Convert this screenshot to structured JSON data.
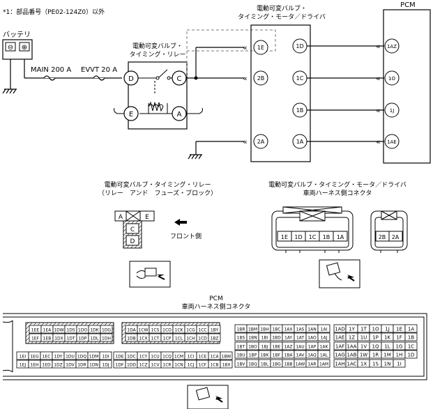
{
  "note": "*1：部品番号（PE02-124Z0）以外",
  "battery": {
    "label": "バッテリ",
    "minus": "⊖",
    "plus": "⊕"
  },
  "fuses": {
    "main": "MAIN 200 A",
    "evvt": "EVVT 20 A"
  },
  "relay": {
    "label_line1": "電動可変バルブ・",
    "label_line2": "タイミング・リレー",
    "terminals": [
      "D",
      "C",
      "E",
      "A"
    ]
  },
  "driver": {
    "label_line1": "電動可変バルブ・",
    "label_line2": "タイミング・モータ／ドライバ",
    "left_pins": [
      "1E",
      "2B",
      "2A"
    ],
    "right_pins": [
      "1D",
      "1C",
      "1B",
      "1A"
    ]
  },
  "pcm": {
    "label": "PCM",
    "pins": [
      "1AZ",
      "1O",
      "1J",
      "1AE"
    ]
  },
  "relay_connector": {
    "title_line1": "電動可変バルブ・タイミング・リレー",
    "title_line2": "（リレー　アンド　フューズ・ブロック）",
    "cells": [
      "A",
      "E",
      "C",
      "D"
    ],
    "front_label": "フロント側"
  },
  "driver_connector": {
    "title_line1": "電動可変バルブ・タイミング・モータ／ドライバ",
    "title_line2": "車両ハーネス側コネクタ",
    "main_pins": [
      "1E",
      "1D",
      "1C",
      "1B",
      "1A"
    ],
    "sub_pins": [
      "2B",
      "2A"
    ]
  },
  "pcm_connector": {
    "title_line1": "PCM",
    "title_line2": "車両ハーネス側コネクタ",
    "block1_row1": [
      "1EE",
      "1EA",
      "1DW",
      "1DS",
      "1DO",
      "1DK",
      "1DG"
    ],
    "block1_row2": [
      "1EF",
      "1EB",
      "1DX",
      "1DT",
      "1DP",
      "1DL",
      "1DH"
    ],
    "block1_row3": [
      "1EI",
      "1EG",
      "1EC",
      "1DY",
      "1DU",
      "1DQ",
      "1DM",
      "1DI"
    ],
    "block1_row4": [
      "1EJ",
      "1EH",
      "1ED",
      "1DZ",
      "1DV",
      "1DR",
      "1DN",
      "1DJ"
    ],
    "block2_row1": [
      "1DA",
      "1CW",
      "1CS",
      "1CO",
      "1CK",
      "1CG",
      "1CC",
      "1BY"
    ],
    "block2_row2": [
      "1DB",
      "1CX",
      "1CT",
      "1CP",
      "1CL",
      "1CH",
      "1CD",
      "1BZ"
    ],
    "block2_row3": [
      "1DE",
      "1DC",
      "1CY",
      "1CU",
      "1CQ",
      "1CM",
      "1CI",
      "1CE",
      "1CA",
      "1BW"
    ],
    "block2_row4": [
      "1DF",
      "1DD",
      "1CZ",
      "1CV",
      "1CR",
      "1CN",
      "1CJ",
      "1CF",
      "1CB",
      "1BX"
    ],
    "block3_row1": [
      "1BR",
      "1BM",
      "1BH",
      "1BC",
      "1AX",
      "1AS",
      "1AN",
      "1AI"
    ],
    "block3_row2": [
      "1BS",
      "1BN",
      "1BI",
      "1BD",
      "1AY",
      "1AT",
      "1AO",
      "1AJ"
    ],
    "block3_row3": [
      "1BT",
      "1BO",
      "1BJ",
      "1BE",
      "1AZ",
      "1AU",
      "1AP",
      "1AK"
    ],
    "block3_row4": [
      "1BU",
      "1BP",
      "1BK",
      "1BF",
      "1BA",
      "1AV",
      "1AQ",
      "1AL"
    ],
    "block3_row5": [
      "1BV",
      "1BQ",
      "1BL",
      "1BG",
      "1BB",
      "1AW",
      "1AR",
      "1AM"
    ],
    "block4_row1": [
      "1AD",
      "1Y",
      "1T",
      "1O",
      "1J",
      "1E",
      "1A"
    ],
    "block4_row2": [
      "1AE",
      "1Z",
      "1U",
      "1P",
      "1K",
      "1F",
      "1B"
    ],
    "block4_row3": [
      "1AF",
      "1AA",
      "1V",
      "1Q",
      "1L",
      "1G",
      "1C"
    ],
    "block4_row4": [
      "1AG",
      "1AB",
      "1W",
      "1R",
      "1M",
      "1H",
      "1D"
    ],
    "block4_row5": [
      "1AH",
      "1AC",
      "1X",
      "1S",
      "1N",
      "1I"
    ]
  }
}
